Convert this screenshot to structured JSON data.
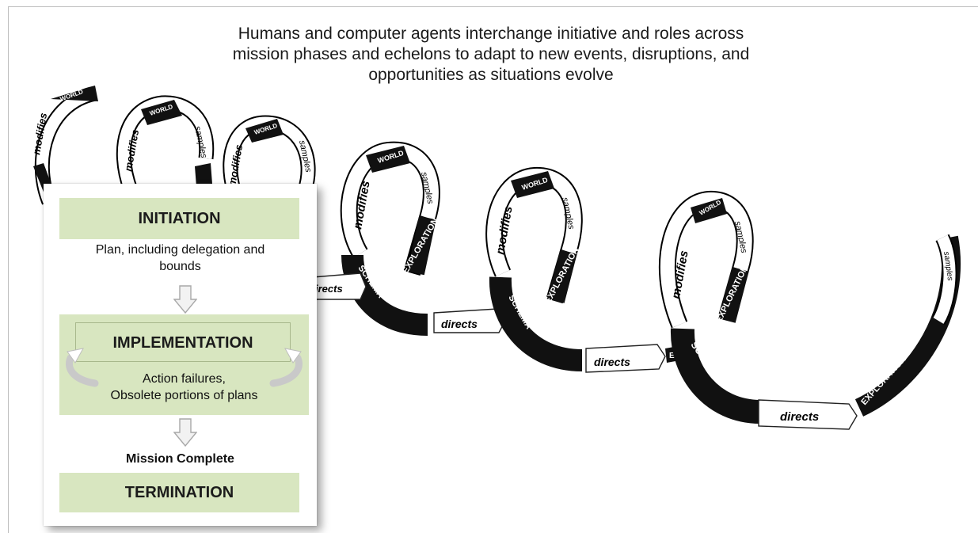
{
  "caption": {
    "line1": "Humans and computer agents interchange initiative and roles across",
    "line2": "mission phases and echelons to adapt to new events, disruptions, and",
    "line3": "opportunities as situations evolve"
  },
  "spiral_labels": {
    "world": "WORLD",
    "samples": "samples",
    "modifies": "modifies",
    "exploration": "EXPLORATION",
    "schema": "SCHEMA",
    "directs": "directs"
  },
  "phases": {
    "initiation": {
      "title": "INITIATION",
      "note_line1": "Plan, including delegation and",
      "note_line2": "bounds"
    },
    "implementation": {
      "title": "IMPLEMENTATION",
      "note_line1": "Action failures,",
      "note_line2": "Obsolete portions of plans"
    },
    "transition_label": "Mission Complete",
    "termination": {
      "title": "TERMINATION"
    }
  },
  "colors": {
    "phase_fill": "#d8e6c0",
    "dark_segment": "#111111",
    "light_segment": "#ffffff"
  }
}
